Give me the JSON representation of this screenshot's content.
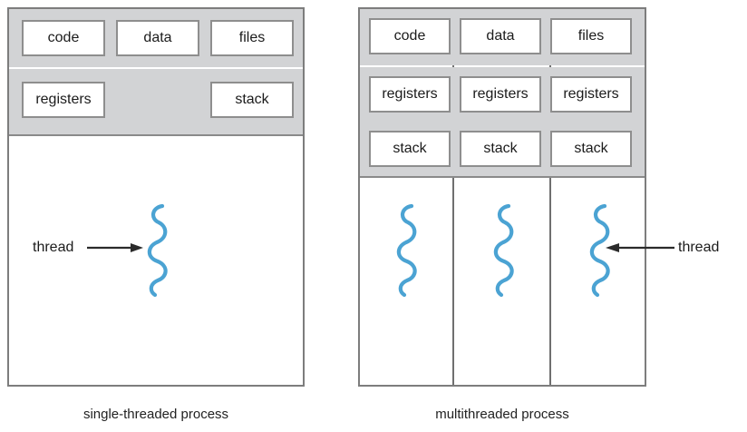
{
  "diagram": {
    "title": "single-threaded vs multithreaded process",
    "accent_thread_color": "#4ba3d3",
    "band_color": "#d2d3d5",
    "border_color": "#7d7d7d"
  },
  "single_threaded": {
    "caption": "single-threaded process",
    "shared_row": [
      {
        "label": "code"
      },
      {
        "label": "data"
      },
      {
        "label": "files"
      }
    ],
    "per_thread_row": [
      {
        "label": "registers"
      },
      {
        "label": "stack"
      }
    ],
    "thread_annotation": {
      "label": "thread",
      "arrow": "arrow-right"
    },
    "thread_count": 1
  },
  "multithreaded": {
    "caption": "multithreaded process",
    "shared_row": [
      {
        "label": "code"
      },
      {
        "label": "data"
      },
      {
        "label": "files"
      }
    ],
    "registers_row": [
      {
        "label": "registers"
      },
      {
        "label": "registers"
      },
      {
        "label": "registers"
      }
    ],
    "stack_row": [
      {
        "label": "stack"
      },
      {
        "label": "stack"
      },
      {
        "label": "stack"
      }
    ],
    "thread_annotation": {
      "label": "thread",
      "arrow": "arrow-left"
    },
    "thread_count": 3
  }
}
